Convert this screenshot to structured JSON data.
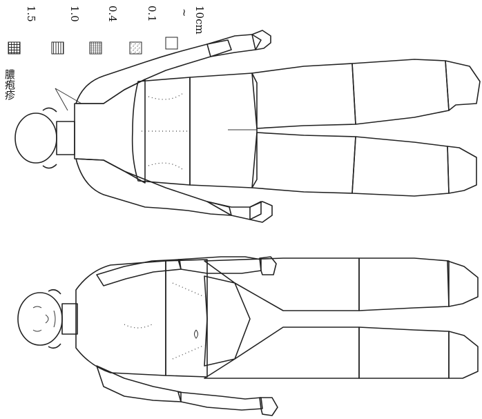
{
  "legend": [
    {
      "value": "1.5",
      "pattern": "dense-crosshatch"
    },
    {
      "value": "1.0",
      "pattern": "horizontal-lines"
    },
    {
      "value": "0.4",
      "pattern": "fine-crosshatch"
    },
    {
      "value": "0.1",
      "pattern": "stipple"
    },
    {
      "value": "10cm",
      "tilde": "~",
      "pattern": "blank"
    }
  ],
  "annotation": {
    "label": "膿疱疹"
  },
  "colors": {
    "ink": "#222222",
    "paper": "#ffffff"
  }
}
